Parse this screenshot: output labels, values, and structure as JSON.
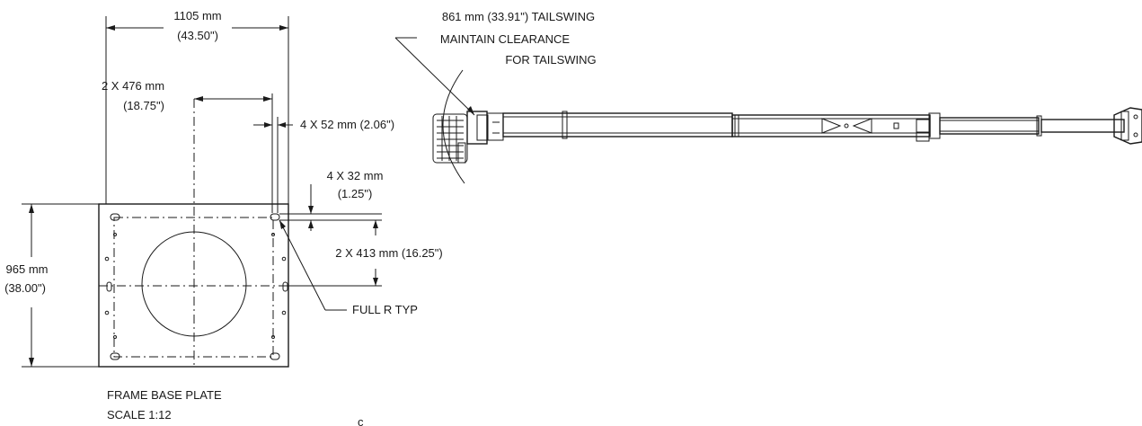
{
  "dims": {
    "width_mm": "1105 mm",
    "width_in": "(43.50\")",
    "hole_spacing_mm": "2 X 476 mm",
    "hole_spacing_in": "(18.75\")",
    "edge_offset": "4 X 52 mm (2.06\")",
    "slot_mm": "4 X 32 mm",
    "slot_in": "(1.25\")",
    "vertical_spacing": "2 X 413 mm (16.25\")",
    "height_mm": "965 mm",
    "height_in": "(38.00\")",
    "corner_note": "FULL R TYP"
  },
  "plate_caption": {
    "line1": "FRAME BASE PLATE",
    "line2": "SCALE 1:12"
  },
  "tailswing": {
    "line1": "861 mm (33.91\") TAILSWING",
    "line2": "MAINTAIN CLEARANCE",
    "line3": "FOR TAILSWING"
  },
  "stray_mark": "c"
}
